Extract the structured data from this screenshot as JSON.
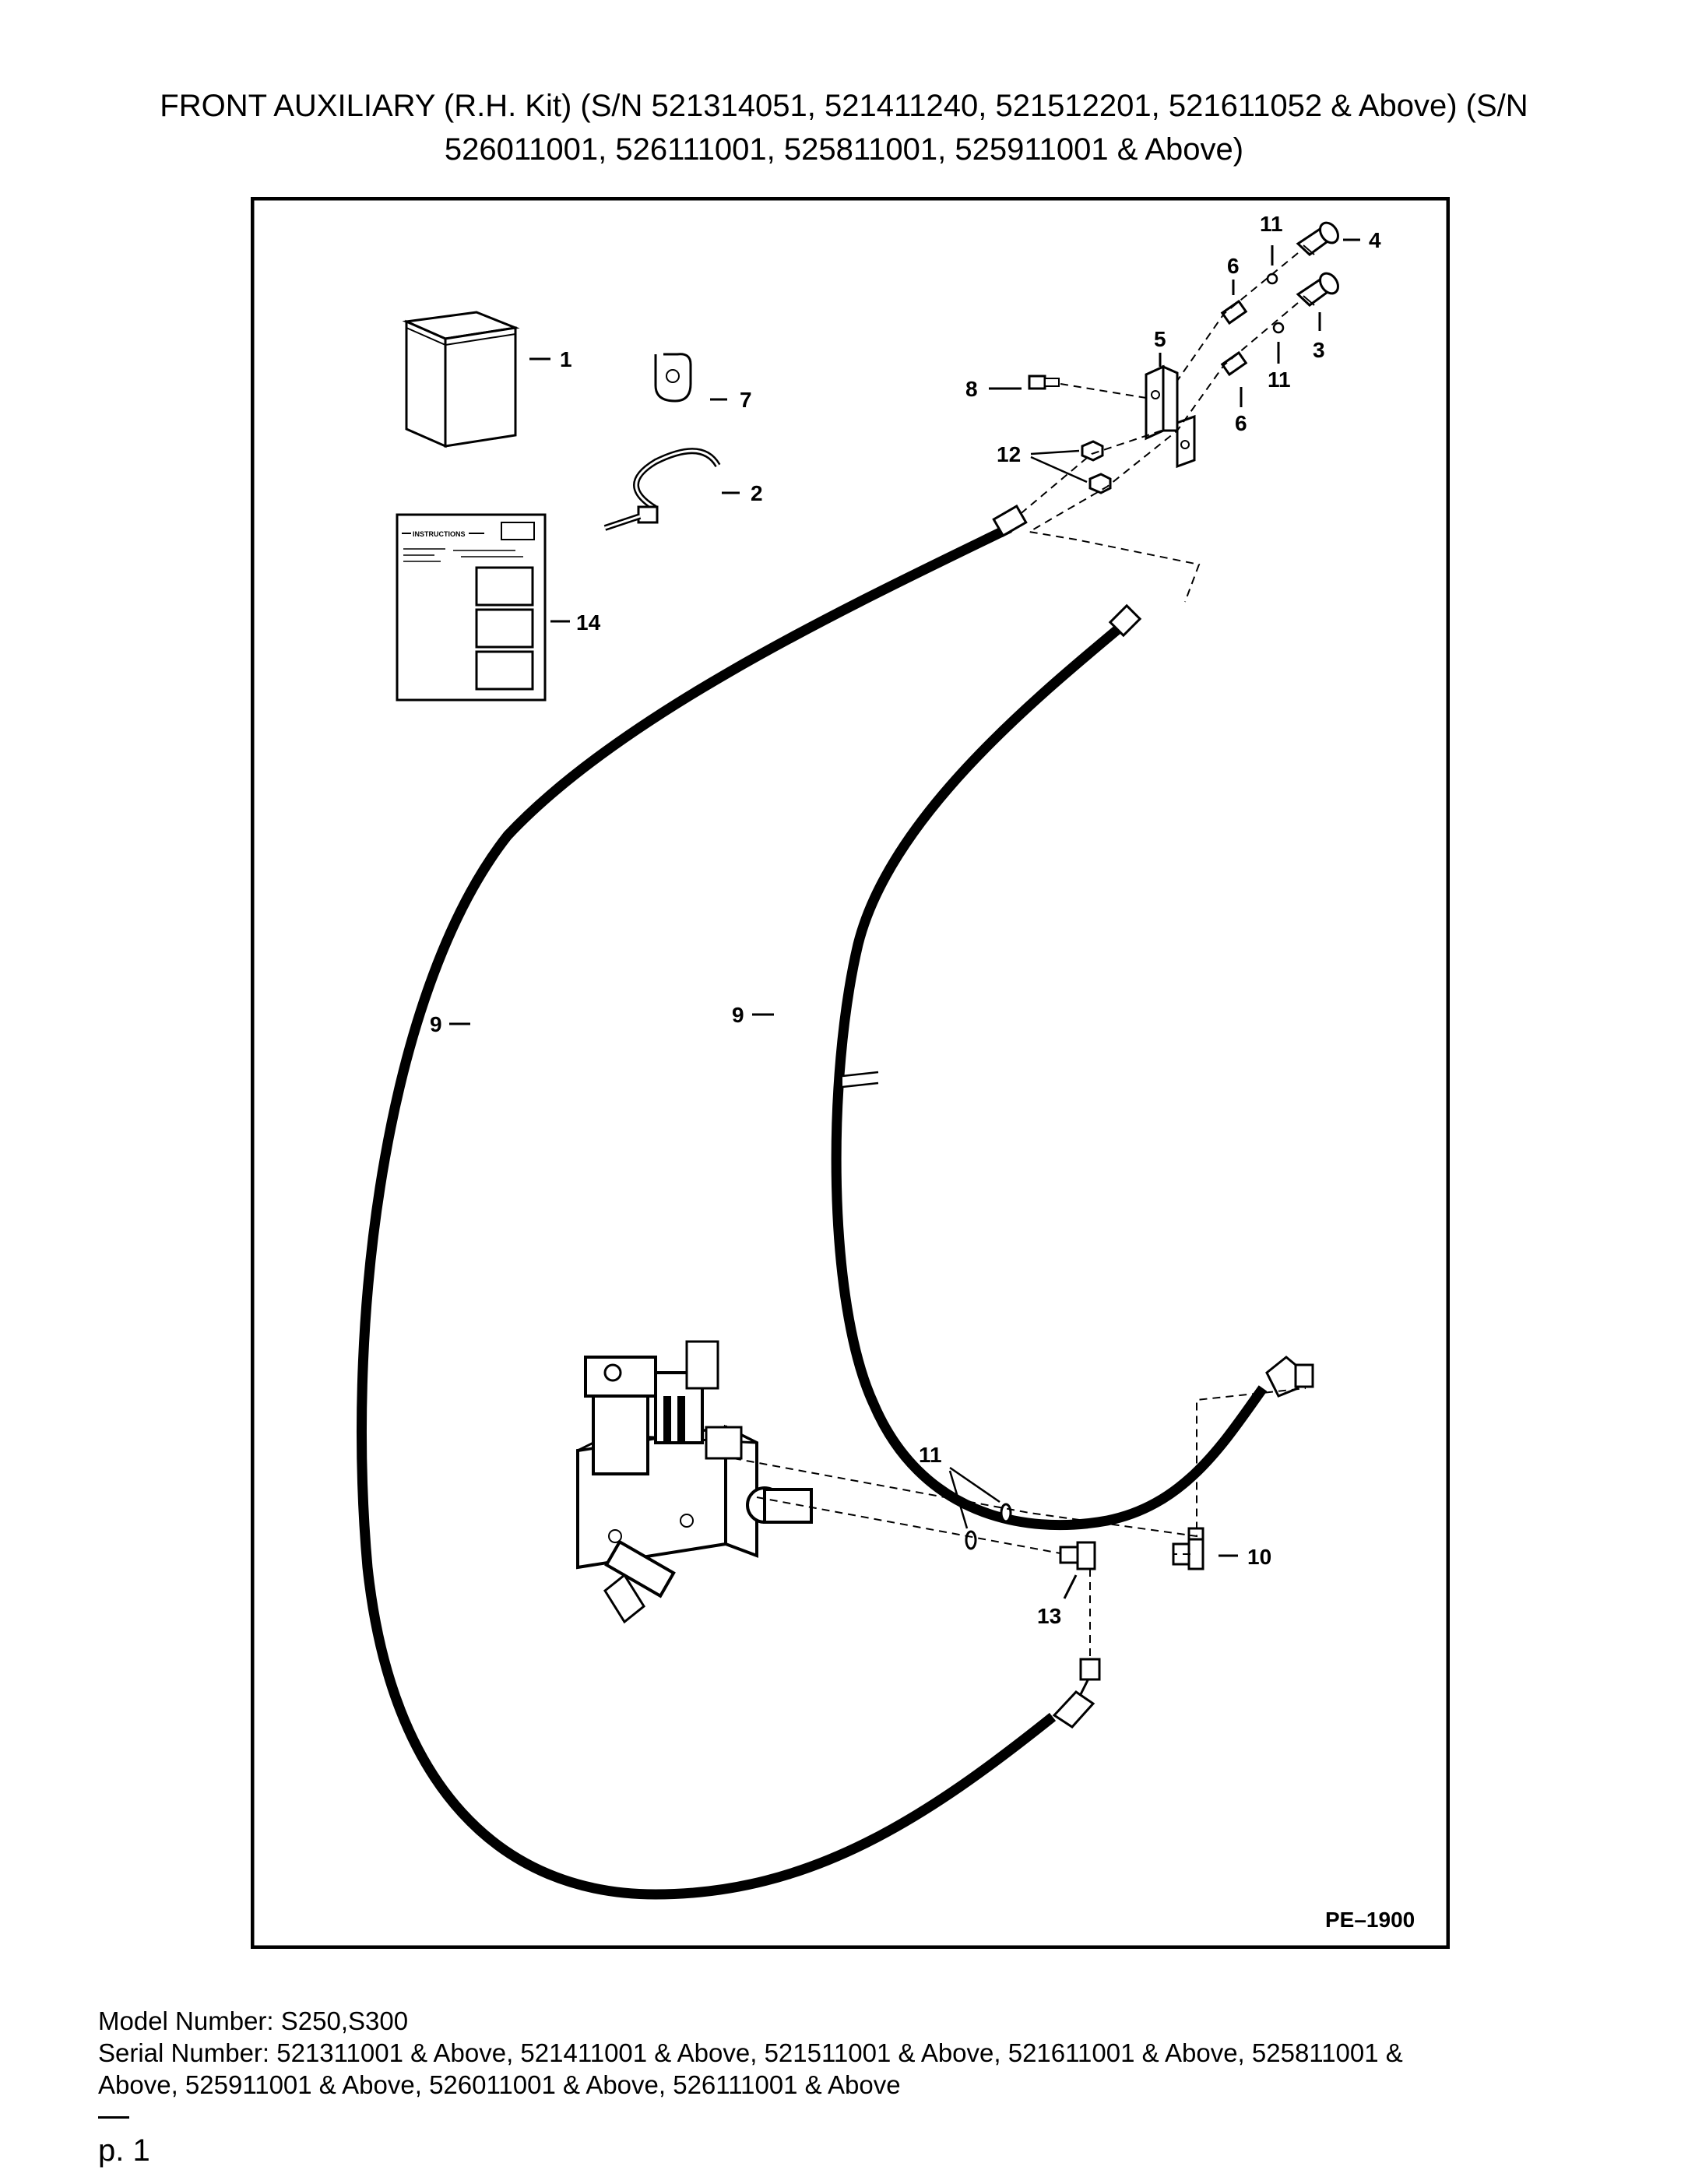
{
  "title": {
    "line1": "FRONT AUXILIARY (R.H. Kit) (S/N 521314051, 521411240, 521512201, 521611052 & Above) (S/N",
    "line2": "526011001, 526111001, 525811001, 525911001 & Above)"
  },
  "diagram": {
    "drawing_id": "PE–1900",
    "callouts": {
      "c1": "1",
      "c2": "2",
      "c3": "3",
      "c4": "4",
      "c5": "5",
      "c6a": "6",
      "c6b": "6",
      "c7": "7",
      "c8": "8",
      "c9a": "9",
      "c9b": "9",
      "c10": "10",
      "c11a": "11",
      "c11b": "11",
      "c11c": "11",
      "c12": "12",
      "c13": "13",
      "c14": "14"
    },
    "instructions_label": "INSTRUCTIONS"
  },
  "footer": {
    "model": "Model Number: S250,S300",
    "serial_line1": "Serial Number: 521311001 & Above, 521411001 & Above, 521511001 & Above, 521611001 & Above, 525811001 &",
    "serial_line2": "Above, 525911001 & Above, 526011001 & Above, 526111001 & Above"
  },
  "page_number": "p. 1"
}
